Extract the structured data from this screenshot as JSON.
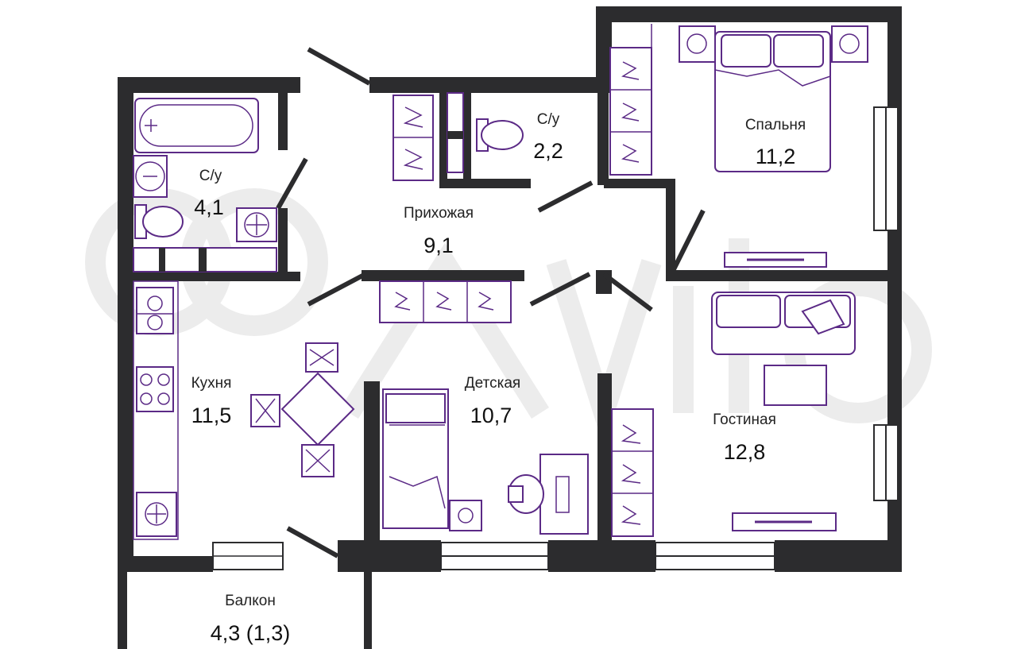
{
  "colors": {
    "wall": "#2c2c2e",
    "furniture": "#5b2a86",
    "text": "#222222",
    "background": "#ffffff",
    "watermark": "#ececec"
  },
  "watermark": "avito",
  "rooms": {
    "bathroom": {
      "name": "С/у",
      "area": "4,1"
    },
    "toilet": {
      "name": "С/у",
      "area": "2,2"
    },
    "hallway": {
      "name": "Прихожая",
      "area": "9,1"
    },
    "bedroom": {
      "name": "Спальня",
      "area": "11,2"
    },
    "kitchen": {
      "name": "Кухня",
      "area": "11,5"
    },
    "kids_room": {
      "name": "Детская",
      "area": "10,7"
    },
    "living_room": {
      "name": "Гостиная",
      "area": "12,8"
    },
    "balcony": {
      "name": "Балкон",
      "area": "4,3 (1,3)"
    }
  },
  "icons": [
    "bathtub-icon",
    "sink-icon",
    "toilet-icon",
    "washing-machine-icon",
    "stove-icon",
    "fridge-icon",
    "dining-table-icon",
    "chair-icon",
    "double-bed-icon",
    "single-bed-icon",
    "sofa-icon",
    "desk-icon",
    "office-chair-icon",
    "tv-unit-icon",
    "wardrobe-icon",
    "coffee-table-icon"
  ]
}
